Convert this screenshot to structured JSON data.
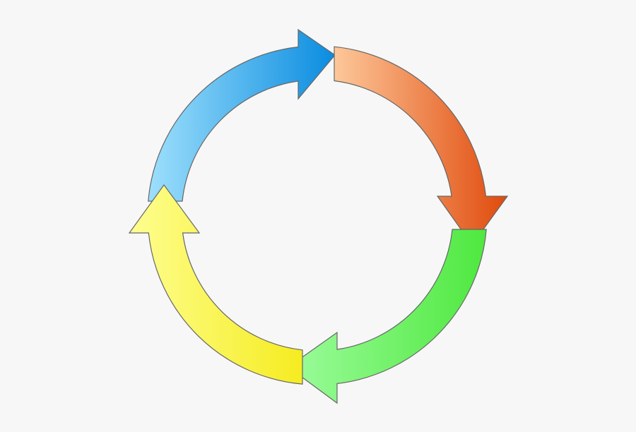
{
  "diagram": {
    "type": "cycle",
    "background": "#f7f7f7",
    "stroke_color": "#666666",
    "arrows": [
      {
        "id": "blue",
        "direction": "clockwise",
        "segment": "left-to-top",
        "colors": [
          "#9ee0fc",
          "#0a8ce0"
        ]
      },
      {
        "id": "orange",
        "direction": "clockwise",
        "segment": "top-to-right",
        "colors": [
          "#fdc89a",
          "#e04a0c"
        ]
      },
      {
        "id": "green",
        "direction": "clockwise",
        "segment": "right-to-bottom",
        "colors": [
          "#9cfc9c",
          "#4ee83e"
        ]
      },
      {
        "id": "yellow",
        "direction": "clockwise",
        "segment": "bottom-to-left",
        "colors": [
          "#fefe90",
          "#f5ec20"
        ]
      }
    ]
  }
}
